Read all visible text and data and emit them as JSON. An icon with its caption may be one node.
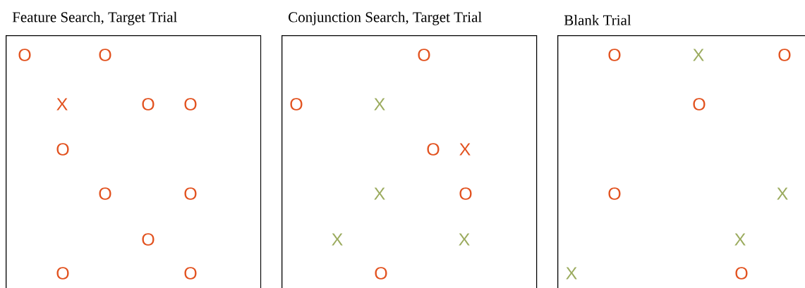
{
  "diagram": {
    "nodes": [
      {
        "text": [
          "Feature Search, Target Trial"
        ]
      },
      {
        "text": [
          "Conjunction Search, Target Trial"
        ]
      },
      {
        "text": [
          "Blank Trial"
        ]
      }
    ],
    "labels": [
      "O",
      "O",
      "X",
      "O",
      "O",
      "O",
      "O",
      "O",
      "O",
      "O",
      "O",
      "O",
      "O",
      "X",
      "O",
      "X",
      "X",
      "O",
      "X",
      "X",
      "O",
      "O",
      "X",
      "O",
      "O",
      "O",
      "X",
      "X",
      "X",
      "O"
    ]
  }
}
